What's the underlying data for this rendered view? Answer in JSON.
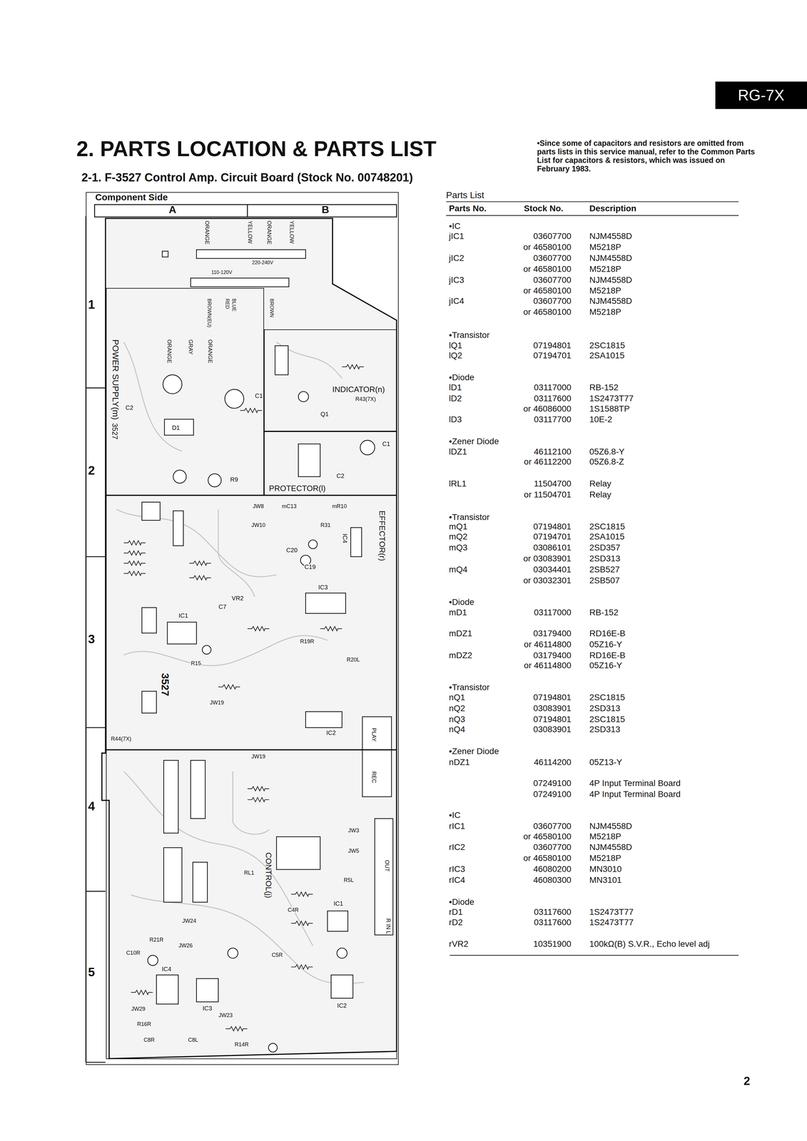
{
  "diagram": {
    "title": "2. PARTS LOCATION & PARTS LIST",
    "nodes": [
      {
        "text": [
          "RG-7X"
        ]
      },
      {
        "text": [
          "Component Side"
        ]
      },
      {
        "text": [
          "POWER SUPPLY(m)",
          "3527"
        ],
        "in": 1
      },
      {
        "text": [
          "INDICATOR(n)"
        ],
        "in": 1
      },
      {
        "text": [
          "PROTECTOR(l)"
        ],
        "in": 1
      },
      {
        "text": [
          "EFFECTOR(r)"
        ],
        "in": 1
      },
      {
        "text": [
          "CONTROL(j)"
        ],
        "in": 1
      }
    ],
    "labels": [
      "2-1. F-3527 Control Amp. Circuit Board (Stock No. 00748201)",
      "•Since some of capacitors and resistors are omitted from parts lists in this service manual, refer to the Common Parts List for capacitors & resistors, which was issued on February 1983.",
      "Parts List",
      "Parts No.",
      "Stock No.",
      "Description",
      "•IC",
      "jIC1",
      "03607700",
      "NJM4558D",
      "or 46580100",
      "M5218P",
      "jIC2",
      "03607700",
      "NJM4558D",
      "or 46580100",
      "M5218P",
      "jIC3",
      "03607700",
      "NJM4558D",
      "or 46580100",
      "M5218P",
      "jIC4",
      "03607700",
      "NJM4558D",
      "or 46580100",
      "M5218P",
      "•Transistor",
      "lQ1",
      "07194801",
      "2SC1815",
      "lQ2",
      "07194701",
      "2SA1015",
      "•Diode",
      "lD1",
      "03117000",
      "RB-152",
      "lD2",
      "03117600",
      "1S2473T77",
      "or 46086000",
      "1S1588TP",
      "lD3",
      "03117700",
      "10E-2",
      "•Zener Diode",
      "lDZ1",
      "46112100",
      "05Z6.8-Y",
      "or 46112200",
      "05Z6.8-Z",
      "lRL1",
      "11504700",
      "Relay",
      "or 11504701",
      "Relay",
      "•Transistor",
      "mQ1",
      "07194801",
      "2SC1815",
      "mQ2",
      "07194701",
      "2SA1015",
      "mQ3",
      "03086101",
      "2SD357",
      "or 03083901",
      "2SD313",
      "mQ4",
      "03034401",
      "2SB527",
      "or 03032301",
      "2SB507",
      "•Diode",
      "mD1",
      "03117000",
      "RB-152",
      "mDZ1",
      "03179400",
      "RD16E-B",
      "or 46114800",
      "05Z16-Y",
      "mDZ2",
      "03179400",
      "RD16E-B",
      "or 46114800",
      "05Z16-Y",
      "•Transistor",
      "nQ1",
      "07194801",
      "2SC1815",
      "nQ2",
      "03083901",
      "2SD313",
      "nQ3",
      "07194801",
      "2SC1815",
      "nQ4",
      "03083901",
      "2SD313",
      "•Zener Diode",
      "nDZ1",
      "46114200",
      "05Z13-Y",
      "07249100",
      "4P Input Terminal Board",
      "07249100",
      "4P Input Terminal Board",
      "•IC",
      "rIC1",
      "03607700",
      "NJM4558D",
      "or 46580100",
      "M5218P",
      "rIC2",
      "03607700",
      "NJM4558D",
      "or 46580100",
      "M5218P",
      "rIC3",
      "46080200",
      "MN3010",
      "rIC4",
      "46080300",
      "MN3101",
      "•Diode",
      "rD1",
      "03117600",
      "1S2473T77",
      "rD2",
      "03117600",
      "1S2473T77",
      "rVR2",
      "10351900",
      "100kΩ(B) S.V.R., Echo level adj",
      "2",
      "A",
      "B",
      "1",
      "2",
      "3",
      "4",
      "5",
      "ORANGE",
      "YELLOW",
      "ORANGE",
      "YELLOW",
      "220-240V",
      "110-120V",
      "BROWN(EU)",
      "RED",
      "BLUE",
      "BROWN",
      "ORANGE",
      "GRAY",
      "ORANGE",
      "C1",
      "C2",
      "D1",
      "R9",
      "R43(7X)",
      "Q1",
      "C1",
      "C2",
      "JW8",
      "mC13",
      "mR10",
      "JW10",
      "R31",
      "C20",
      "IC4",
      "C19",
      "IC3",
      "VR2",
      "C7",
      "IC1",
      "R19R",
      "R20L",
      "R15",
      "3527",
      "JW19",
      "IC2",
      "R44(7X)",
      "PLAY",
      "REC",
      "JW19",
      "JW3",
      "JW5",
      "OUT",
      "RL1",
      "R5L",
      "IC1",
      "C4R",
      "R IN L",
      "JW24",
      "R21R",
      "JW26",
      "C10R",
      "C5R",
      "IC4",
      "IC2",
      "IC3",
      "JW29",
      "JW23",
      "R16R",
      "C8R",
      "C8L",
      "R14R"
    ]
  }
}
